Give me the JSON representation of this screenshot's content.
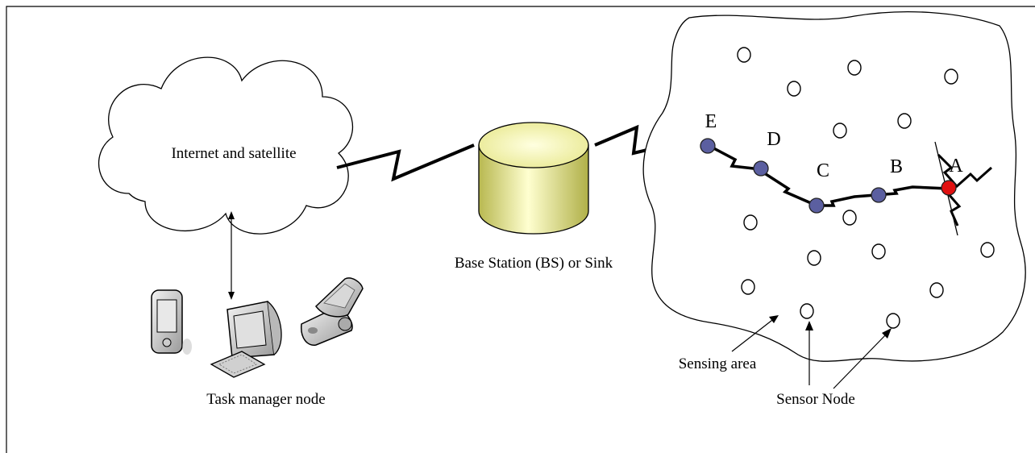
{
  "labels": {
    "cloud": "Internet and satellite",
    "base_station": "Base Station (BS) or Sink",
    "task_manager": "Task manager node",
    "sensing_area": "Sensing area",
    "sensor_node": "Sensor Node"
  },
  "path_nodes": [
    {
      "id": "E",
      "label": "E",
      "color": "#5b5fa0"
    },
    {
      "id": "D",
      "label": "D",
      "color": "#5b5fa0"
    },
    {
      "id": "C",
      "label": "C",
      "color": "#5b5fa0"
    },
    {
      "id": "B",
      "label": "B",
      "color": "#5b5fa0"
    },
    {
      "id": "A",
      "label": "A",
      "color": "#e01010"
    }
  ],
  "colors": {
    "path_node": "#5b5fa0",
    "failed_node": "#e01010",
    "cylinder_light": "#ffffc0",
    "cylinder_dark": "#c8c860"
  }
}
